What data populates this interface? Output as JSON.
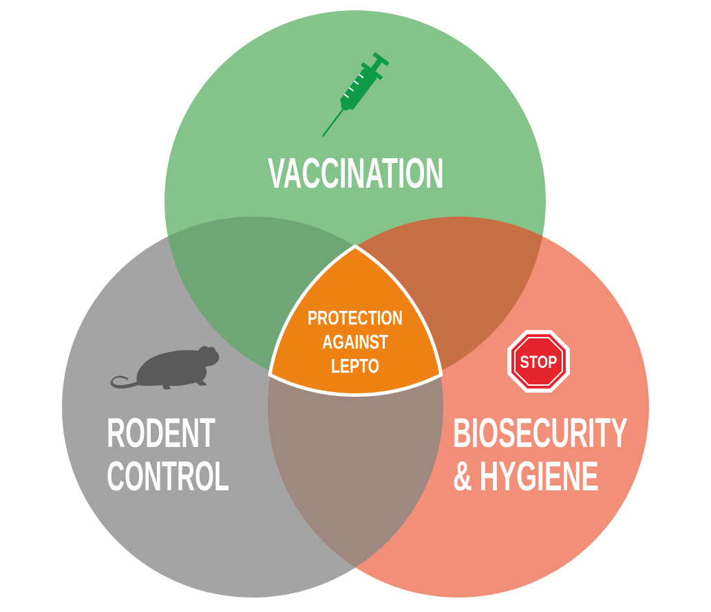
{
  "circles": {
    "top": {
      "label": "VACCINATION",
      "icon": "syringe-icon",
      "color": "#84C48B"
    },
    "left": {
      "label_line1": "RODENT",
      "label_line2": "CONTROL",
      "icon": "mouse-icon",
      "color": "#A4A4A4"
    },
    "right": {
      "label_line1": "BIOSECURITY",
      "label_line2": "& HYGIENE",
      "icon": "stop-sign-icon",
      "color": "#F28F78"
    }
  },
  "overlaps": {
    "top_left_color": "#6EA676",
    "top_right_color": "#C96F45",
    "left_right_color": "#9E8880"
  },
  "center": {
    "line1": "PROTECTION",
    "line2": "AGAINST",
    "line3": "LEPTO",
    "color": "#EE8215"
  },
  "stop_sign": {
    "text": "STOP",
    "color": "#E5252E"
  },
  "mouse_color": "#5A5A5A",
  "syringe_color": "#0E9A48"
}
